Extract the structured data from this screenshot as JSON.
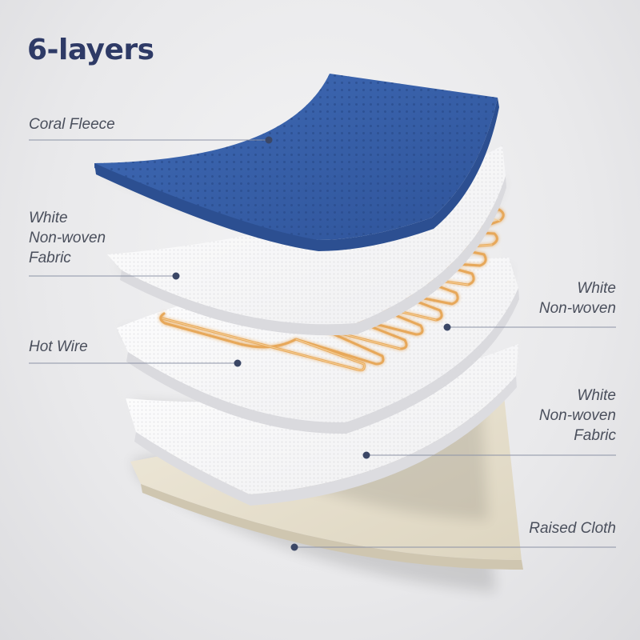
{
  "title": "6-layers",
  "labels": [
    {
      "id": "coral-fleece",
      "text": "Coral Fleece"
    },
    {
      "id": "white-nonwoven-fabric-top",
      "text": "White\nNon-woven\nFabric"
    },
    {
      "id": "hot-wire",
      "text": "Hot Wire"
    },
    {
      "id": "white-nonwoven",
      "text": "White\nNon-woven"
    },
    {
      "id": "white-nonwoven-fabric-bottom",
      "text": "White\nNon-woven\nFabric"
    },
    {
      "id": "raised-cloth",
      "text": "Raised Cloth"
    }
  ],
  "colors": {
    "title": "#2e3a66",
    "fleece": "#3a63ad",
    "fabric": "#f7f7f8",
    "wire": "#e7a85a",
    "raised_cloth": "#e8e1d0",
    "leader_line": "#8c93a6",
    "dot": "#3b4766"
  }
}
